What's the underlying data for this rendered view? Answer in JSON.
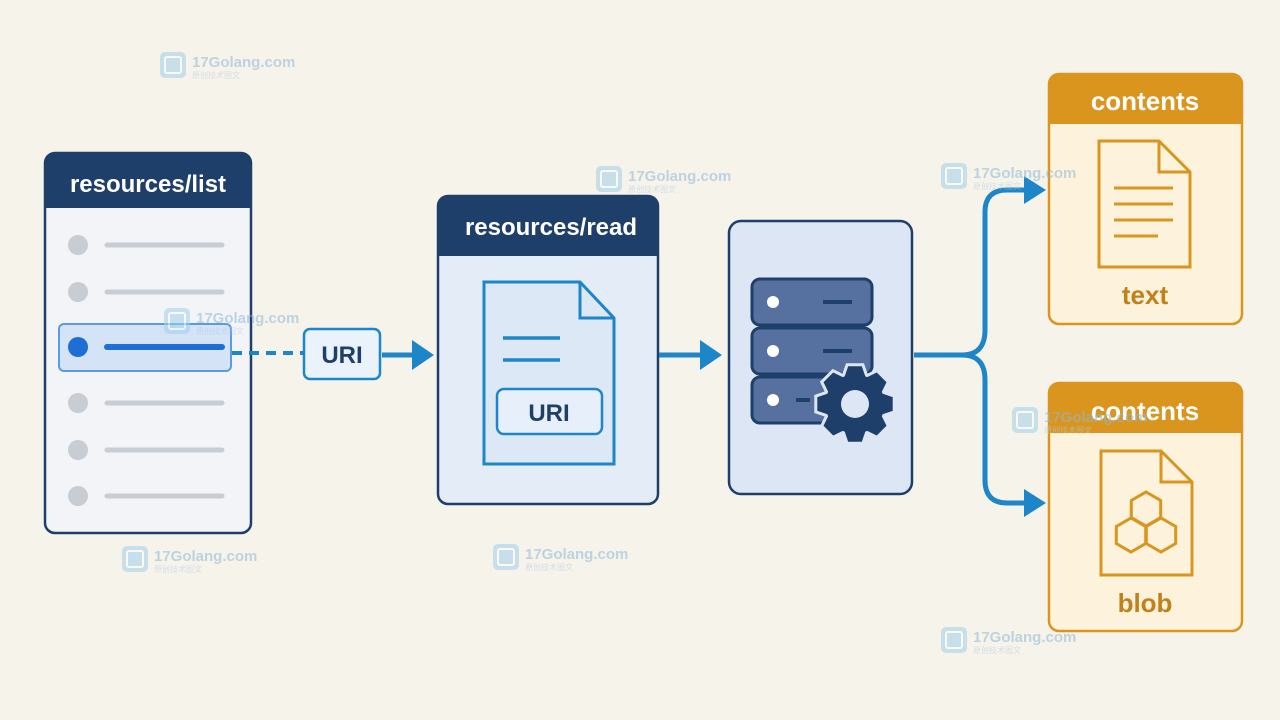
{
  "list_panel": {
    "title": "resources/list",
    "items_count": 6,
    "selected_index": 2
  },
  "uri_tag": {
    "label": "URI"
  },
  "read_panel": {
    "title": "resources/read",
    "doc_uri_label": "URI"
  },
  "server": {
    "icon": "server-gear-icon"
  },
  "outputs": [
    {
      "header": "contents",
      "label": "text",
      "icon": "text-document-icon"
    },
    {
      "header": "contents",
      "label": "blob",
      "icon": "blob-document-icon"
    }
  ],
  "watermarks": [
    {
      "text": "17Golang.com",
      "sub": "原创技术图文"
    },
    {
      "text": "17Golang.com",
      "sub": "原创技术图文"
    },
    {
      "text": "17Golang.com",
      "sub": "原创技术图文"
    },
    {
      "text": "17Golang.com",
      "sub": "原创技术图文"
    },
    {
      "text": "17Golang.com",
      "sub": "原创技术图文"
    },
    {
      "text": "17Golang.com",
      "sub": "原创技术图文"
    },
    {
      "text": "17Golang.com",
      "sub": "原创技术图文"
    },
    {
      "text": "17Golang.com",
      "sub": "原创技术图文"
    }
  ],
  "colors": {
    "navy": "#1f3f6b",
    "blue": "#1d86c8",
    "light_blue": "#dde8f6",
    "panel_bg": "#eef3fa",
    "orange": "#d9951e",
    "orange_text": "#c2801a",
    "cream": "#fdf3dc",
    "server": "#5670a0"
  }
}
